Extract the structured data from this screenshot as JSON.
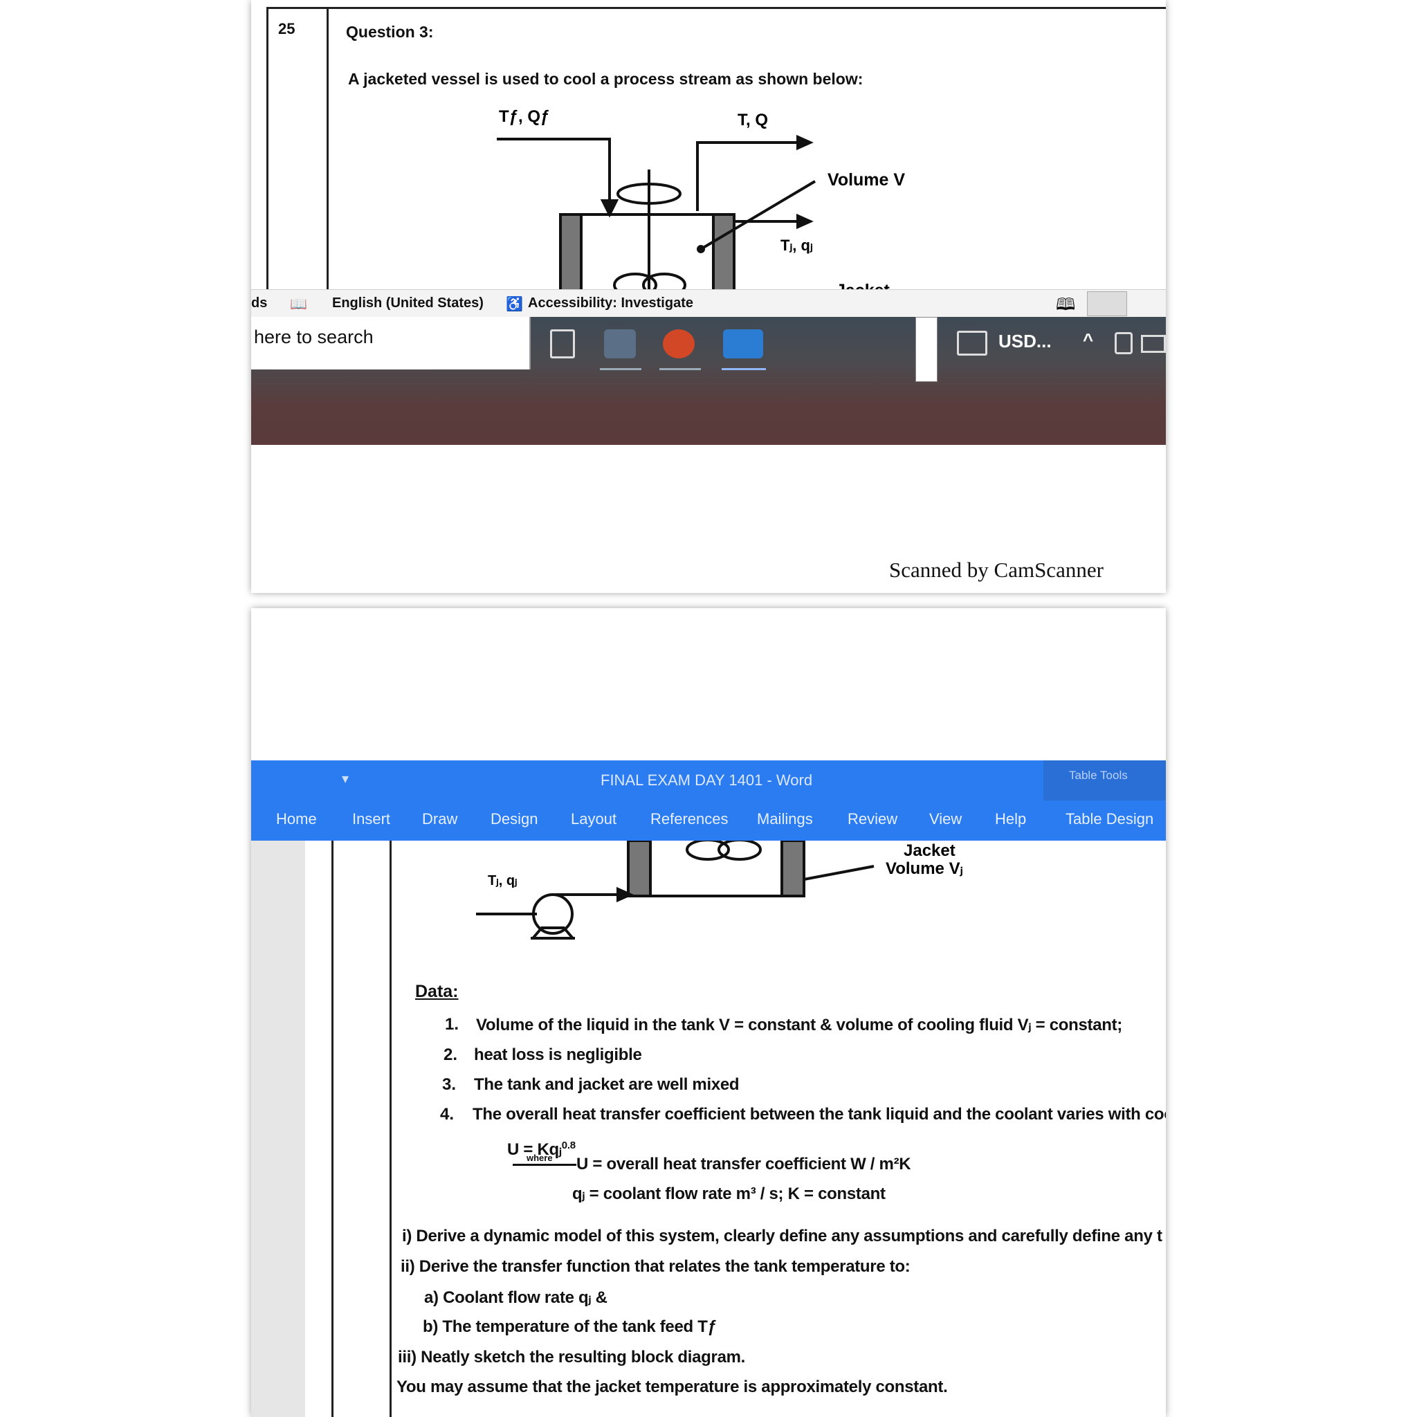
{
  "page1": {
    "question_number": "25",
    "question_title": "Question 3:",
    "question_text": "A jacketed vessel is used to cool a process stream as shown below:",
    "diagram": {
      "inlet_label": "Tƒ, Qƒ",
      "outlet_label": "T, Q",
      "volume_label": "Volume V",
      "jacket_out_label": "Tⱼ, qⱼ",
      "jacket_label": "Jacket"
    },
    "statusbar": {
      "left_text": "ds",
      "language": "English (United States)",
      "accessibility": "Accessibility: Investigate"
    },
    "taskbar": {
      "search_placeholder": "here to search",
      "currency": "USD...",
      "caret": "^"
    },
    "watermark": "Scanned by CamScanner"
  },
  "page2": {
    "window_title": "FINAL EXAM DAY 1401  -  Word",
    "quick_access": "▾",
    "context_group": "Table Tools",
    "tabs": [
      "Home",
      "Insert",
      "Draw",
      "Design",
      "Layout",
      "References",
      "Mailings",
      "Review",
      "View",
      "Help",
      "Table Design"
    ],
    "diagram": {
      "jacket_label": "Jacket",
      "jacket_volume_label": "Volume Vⱼ",
      "pump_label": "Tⱼ, qⱼ"
    },
    "data_heading": "Data:",
    "items": [
      {
        "num": "1.",
        "text": "Volume of the liquid in the tank V = constant & volume of cooling fluid Vⱼ = constant;"
      },
      {
        "num": "2.",
        "text": "heat loss is negligible"
      },
      {
        "num": "3.",
        "text": "The tank and jacket are well mixed"
      },
      {
        "num": "4.",
        "text": "The overall heat transfer coefficient between the tank liquid and the coolant varies with cool"
      }
    ],
    "equation": "U = Kqⱼ",
    "equation_exp": "0.8",
    "where_label": "where",
    "def_u": "U = overall heat transfer coefficient W / m²K",
    "def_q": "qⱼ = coolant flow rate m³ / s; K = constant",
    "questions": [
      "i)  Derive a dynamic model of this system, clearly define any assumptions and carefully define any t",
      "ii)  Derive the transfer function that relates the tank temperature to:",
      "a)  Coolant flow rate qⱼ  &",
      "b)  The temperature of the tank feed Tƒ",
      "iii) Neatly sketch the resulting block diagram.",
      "You may assume that the jacket temperature is approximately constant."
    ]
  }
}
